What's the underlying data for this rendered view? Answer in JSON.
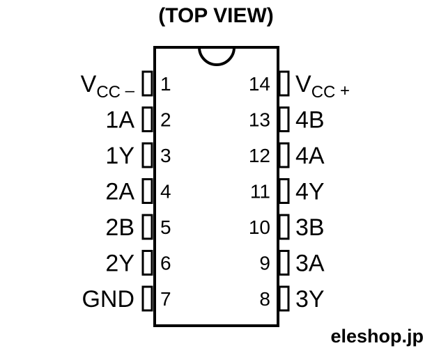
{
  "title": "(TOP VIEW)",
  "watermark": "eleshop.jp",
  "colors": {
    "stroke": "#000000",
    "background": "#ffffff"
  },
  "pins_left": [
    {
      "number": "1",
      "name": "V",
      "sub": "CC",
      "suffix": " –"
    },
    {
      "number": "2",
      "name": "1A"
    },
    {
      "number": "3",
      "name": "1Y"
    },
    {
      "number": "4",
      "name": "2A"
    },
    {
      "number": "5",
      "name": "2B"
    },
    {
      "number": "6",
      "name": "2Y"
    },
    {
      "number": "7",
      "name": "GND"
    }
  ],
  "pins_right": [
    {
      "number": "14",
      "name": "V",
      "sub": "CC",
      "suffix": " +"
    },
    {
      "number": "13",
      "name": "4B"
    },
    {
      "number": "12",
      "name": "4A"
    },
    {
      "number": "11",
      "name": "4Y"
    },
    {
      "number": "10",
      "name": "3B"
    },
    {
      "number": "9",
      "name": "3A"
    },
    {
      "number": "8",
      "name": "3Y"
    }
  ]
}
